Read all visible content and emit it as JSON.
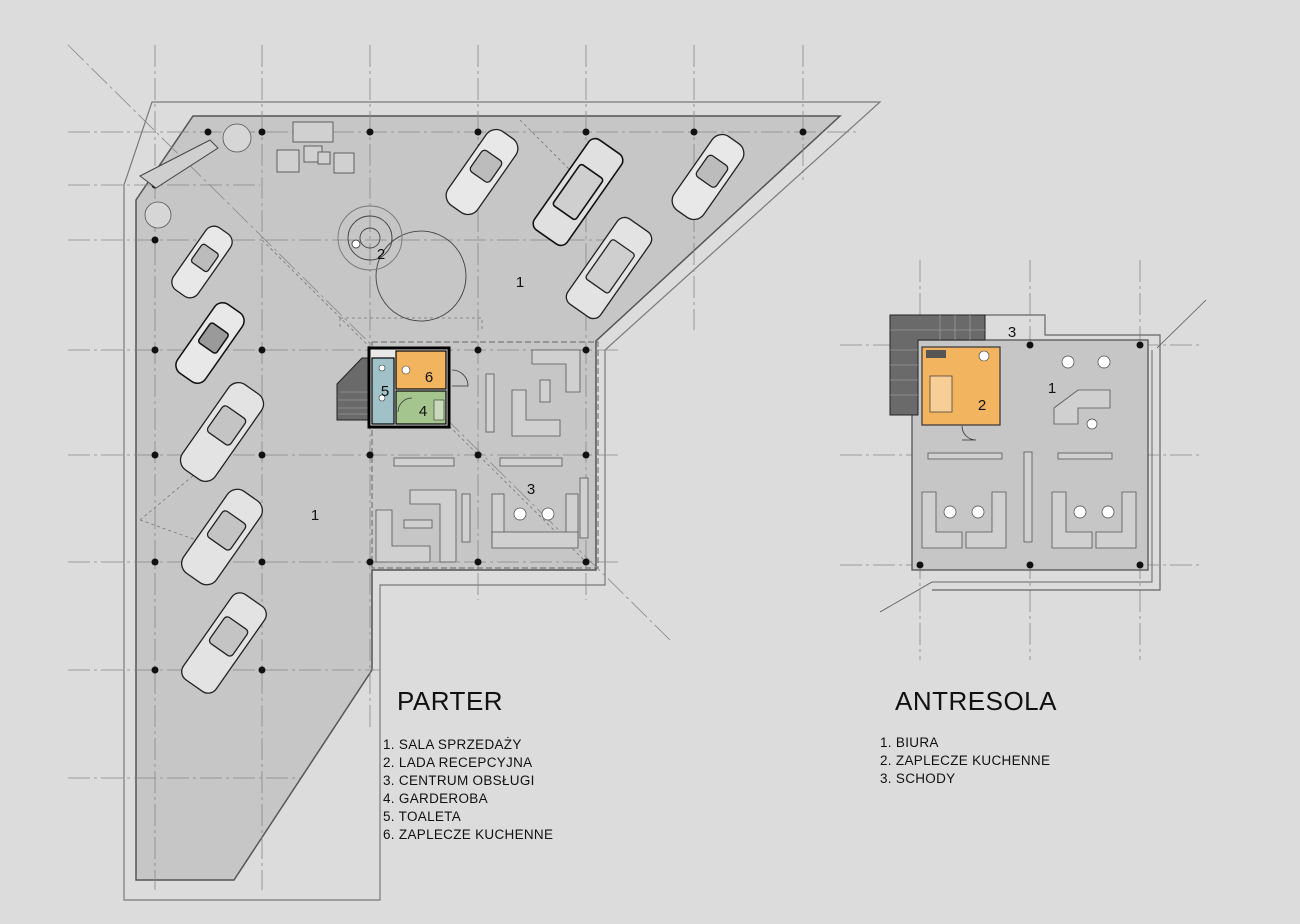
{
  "parter": {
    "title": "PARTER",
    "legend": [
      "1. SALA SPRZEDAŻY",
      "2. LADA RECEPCYJNA",
      "3. CENTRUM OBSŁUGI",
      "4. GARDEROBA",
      "5. TOALETA",
      "6. ZAPLECZE KUCHENNE"
    ],
    "room_labels": [
      "1",
      "1",
      "2",
      "3",
      "4",
      "5",
      "6"
    ]
  },
  "antresola": {
    "title": "ANTRESOLA",
    "legend": [
      "1. BIURA",
      "2. ZAPLECZE KUCHENNE",
      "3. SCHODY"
    ],
    "room_labels": [
      "1",
      "2",
      "3"
    ]
  },
  "colors": {
    "background": "#dcdcdc",
    "floor": "#c6c6c6",
    "kitchen": "#f2b45e",
    "toilet": "#9fc1c7",
    "wardrobe": "#a5c58e",
    "stairs": "#6a6a6a"
  }
}
